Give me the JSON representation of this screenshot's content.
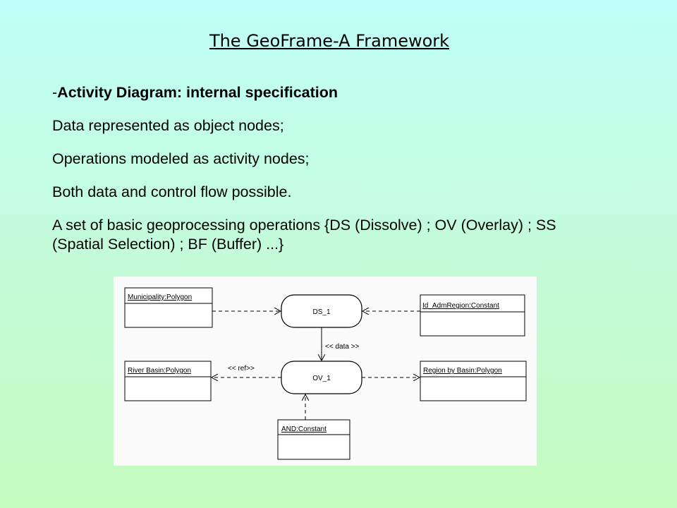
{
  "slide": {
    "title": "The GeoFrame-A Framework"
  },
  "bullets": {
    "dash": "-",
    "heading": "Activity Diagram: internal specification",
    "items": [
      "Data represented as object nodes;",
      "Operations modeled as activity nodes;",
      "Both data and control flow possible.",
      "A set of basic geoprocessing operations {DS (Dissolve) ; OV (Overlay) ; SS (Spatial Selection) ; BF (Buffer) ...}"
    ]
  },
  "diagram": {
    "object_nodes": {
      "municipality": "Municipality:Polygon",
      "id_adm_region": "Id_AdmRegion:Constant",
      "river_basin": "River Basin:Polygon",
      "region_by_basin": "Region by Basin:Polygon",
      "and_constant": "AND:Constant"
    },
    "activity_nodes": {
      "ds1": "DS_1",
      "ov1": "OV_1"
    },
    "edge_labels": {
      "data": "<< data >>",
      "ref": "<< ref>>"
    }
  }
}
